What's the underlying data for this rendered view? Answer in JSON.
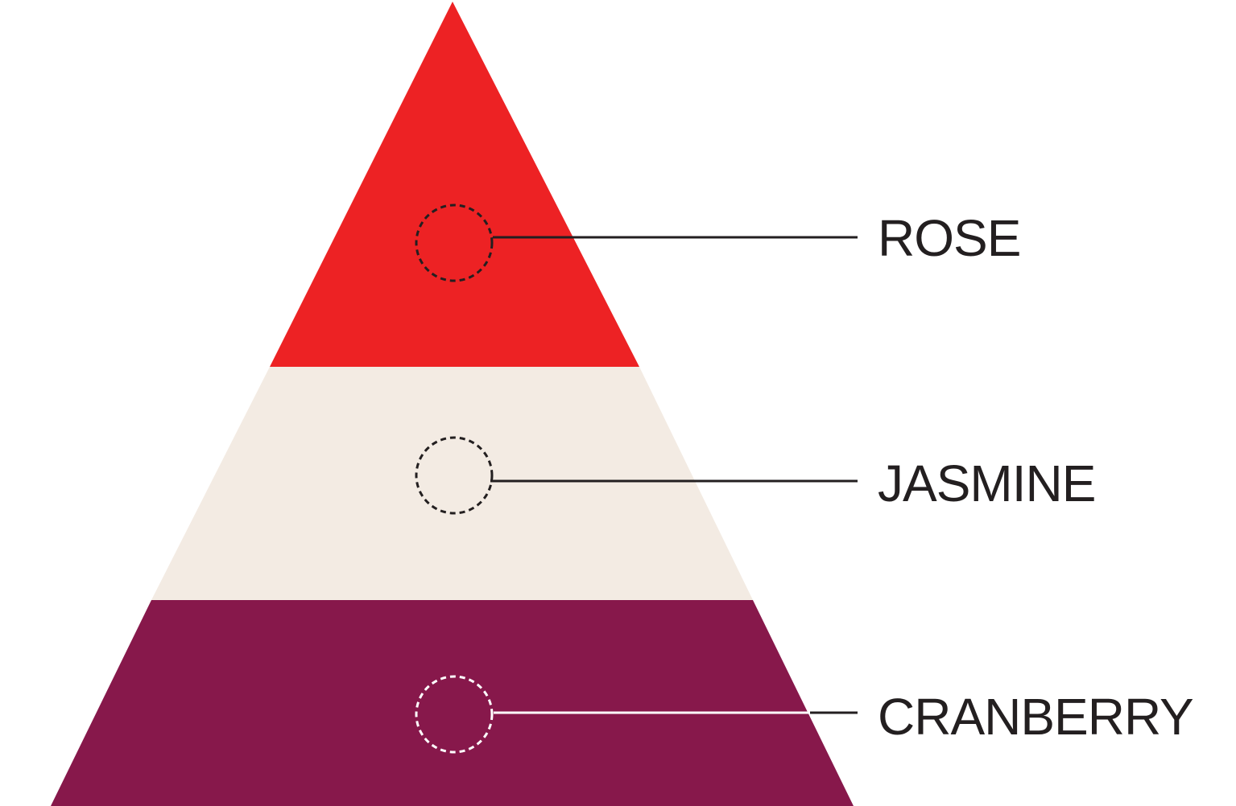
{
  "background_color": "#ffffff",
  "pyramid": {
    "tiers": [
      {
        "label": "ROSE",
        "fill_color": "#ed2224",
        "marker_color": "#231f20",
        "line_color": "#231f20",
        "outer_line_color": "#231f20"
      },
      {
        "label": "JASMINE",
        "fill_color": "#f3ebe3",
        "marker_color": "#231f20",
        "line_color": "#231f20",
        "outer_line_color": "#231f20"
      },
      {
        "label": "CRANBERRY",
        "fill_color": "#87184b",
        "marker_color": "#ffffff",
        "line_color": "#ffffff",
        "outer_line_color": "#231f20"
      }
    ]
  },
  "label_color": "#231f20"
}
